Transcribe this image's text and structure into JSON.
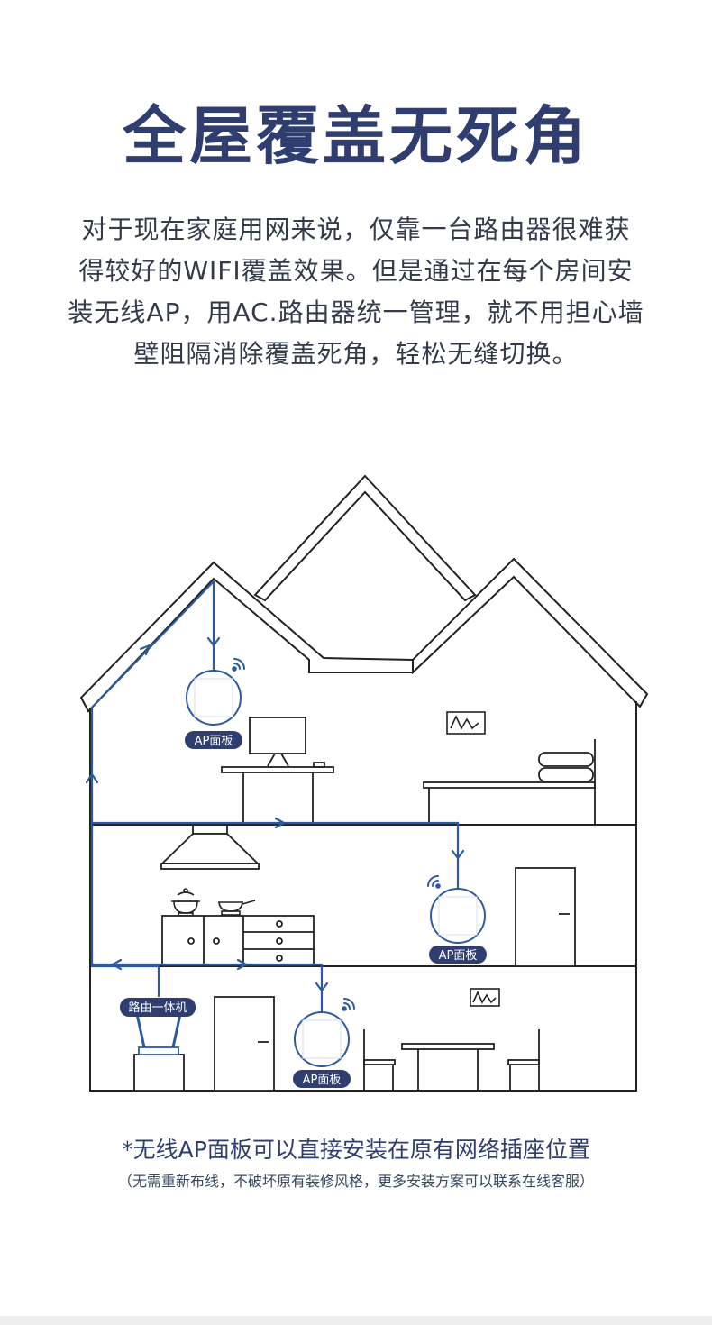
{
  "title": "全屋覆盖无死角",
  "intro_lines": [
    "对于现在家庭用网来说，仅靠一台路由器很难获",
    "得较好的WIFI覆盖效果。但是通过在每个房间安",
    "装无线AP，用AC.路由器统一管理，就不用担心墙",
    "壁阻隔消除覆盖死角，轻松无缝切换。"
  ],
  "labels": {
    "ap_top": "AP面板",
    "ap_middle": "AP面板",
    "ap_bottom": "AP面板",
    "router": "路由一体机"
  },
  "footnote": "*无线AP面板可以直接安装在原有网络插座位置",
  "subnote": "（无需重新布线，不破坏原有装修风格，更多安装方案可以联系在线客服）",
  "colors": {
    "title": "#2f3e6f",
    "line": "#2c5aa0",
    "badge": "#2f3e6f",
    "outline": "#222222"
  },
  "icons": [
    "wifi-icon",
    "arrow-icon",
    "ap-panel-icon",
    "router-icon"
  ]
}
